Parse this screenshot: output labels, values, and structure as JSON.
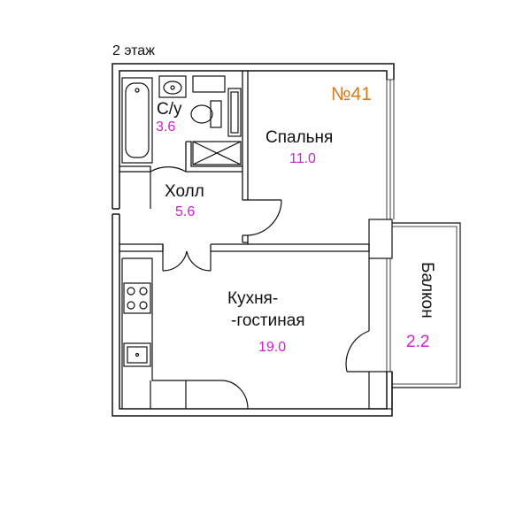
{
  "plan": {
    "floor_label": "2 этаж",
    "apartment_number": "№41",
    "rooms": {
      "bathroom": {
        "name": "С/у",
        "area": "3.6"
      },
      "bedroom": {
        "name": "Спальня",
        "area": "11.0"
      },
      "hall": {
        "name": "Холл",
        "area": "5.6"
      },
      "living": {
        "name_line1": "Кухня-",
        "name_line2": "-гостиная",
        "area": "19.0"
      },
      "balcony": {
        "name": "Балкон",
        "area": "2.2"
      }
    }
  },
  "colors": {
    "walls": "#111111",
    "area_text": "#d21ed2",
    "apartment_number": "#d97a1e"
  },
  "icons": [
    "bathtub-icon",
    "sink-icon",
    "toilet-icon",
    "shaft-icon",
    "stove-icon",
    "kitchen-sink-icon"
  ]
}
